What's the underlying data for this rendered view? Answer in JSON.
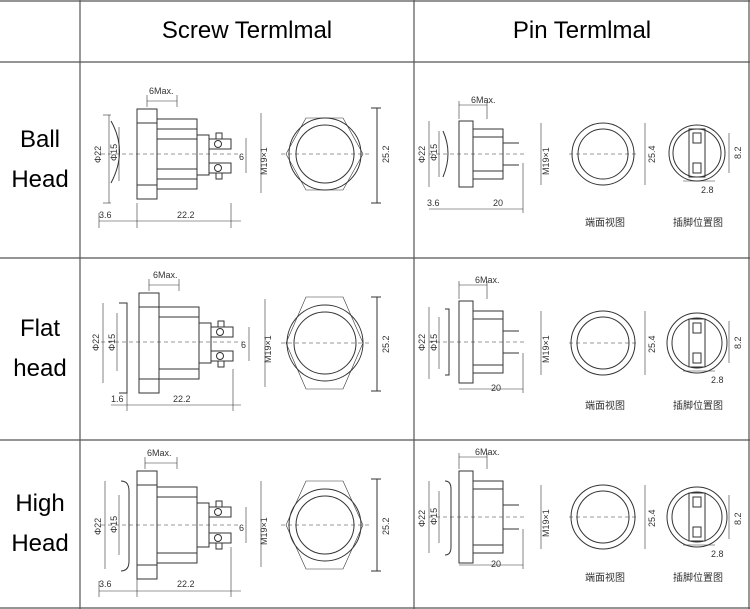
{
  "headers": {
    "screw": "Screw Termlmal",
    "pin": "Pin Termlmal"
  },
  "rows": [
    {
      "label1": "Ball",
      "label2": "Head",
      "screw": {
        "top": "6Max.",
        "d_outer": "Φ22",
        "d_inner": "Φ15",
        "left": "3.6",
        "length": "22.2",
        "gap": "6",
        "thread": "M19×1",
        "width": "25.2"
      },
      "pin": {
        "top": "6Max.",
        "d_outer": "Φ22",
        "d_inner": "Φ15",
        "left": "3.6",
        "length": "20",
        "thread": "M19×1",
        "width": "25.4",
        "pin_h": "8.2",
        "pin_w": "2.8",
        "cap_face": "端面视图",
        "cap_pin": "插脚位置图"
      }
    },
    {
      "label1": "Flat",
      "label2": "head",
      "screw": {
        "top": "6Max.",
        "d_outer": "Φ22",
        "d_inner": "Φ15",
        "left": "1.6",
        "length": "22.2",
        "gap": "6",
        "thread": "M19×1",
        "width": "25.2"
      },
      "pin": {
        "top": "6Max.",
        "d_outer": "Φ22",
        "d_inner": "Φ15",
        "left": "",
        "length": "20",
        "thread": "M19×1",
        "width": "25.4",
        "pin_h": "8.2",
        "pin_w": "2.8",
        "cap_face": "端面视图",
        "cap_pin": "插脚位置图"
      }
    },
    {
      "label1": "High",
      "label2": "Head",
      "screw": {
        "top": "6Max.",
        "d_outer": "Φ22",
        "d_inner": "Φ15",
        "left": "3.6",
        "length": "22.2",
        "gap": "6",
        "thread": "M19×1",
        "width": "25.2"
      },
      "pin": {
        "top": "6Max.",
        "d_outer": "Φ22",
        "d_inner": "Φ15",
        "left": "",
        "length": "20",
        "thread": "M19×1",
        "width": "25.4",
        "pin_h": "8.2",
        "pin_w": "2.8",
        "cap_face": "端面视图",
        "cap_pin": "插脚位置图"
      }
    }
  ]
}
